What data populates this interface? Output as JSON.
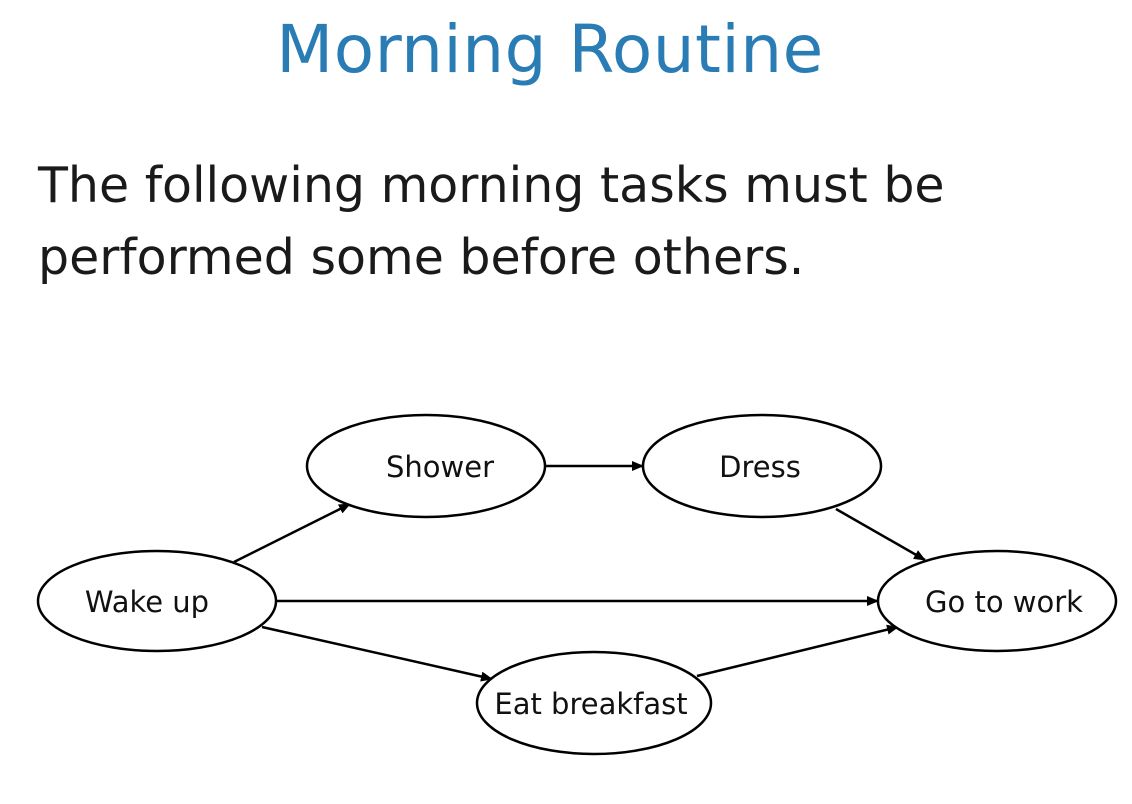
{
  "title": "Morning Routine",
  "description": {
    "line1": "The following morning tasks must be",
    "line2": "performed some before others."
  },
  "graph": {
    "nodes": [
      {
        "id": "wake",
        "label": "Wake up"
      },
      {
        "id": "shower",
        "label": "Shower"
      },
      {
        "id": "dress",
        "label": "Dress"
      },
      {
        "id": "work",
        "label": "Go to work"
      },
      {
        "id": "breakfast",
        "label": "Eat breakfast"
      }
    ],
    "edges": [
      {
        "from": "wake",
        "to": "shower"
      },
      {
        "from": "shower",
        "to": "dress"
      },
      {
        "from": "dress",
        "to": "work"
      },
      {
        "from": "wake",
        "to": "work"
      },
      {
        "from": "wake",
        "to": "breakfast"
      },
      {
        "from": "breakfast",
        "to": "work"
      }
    ]
  }
}
